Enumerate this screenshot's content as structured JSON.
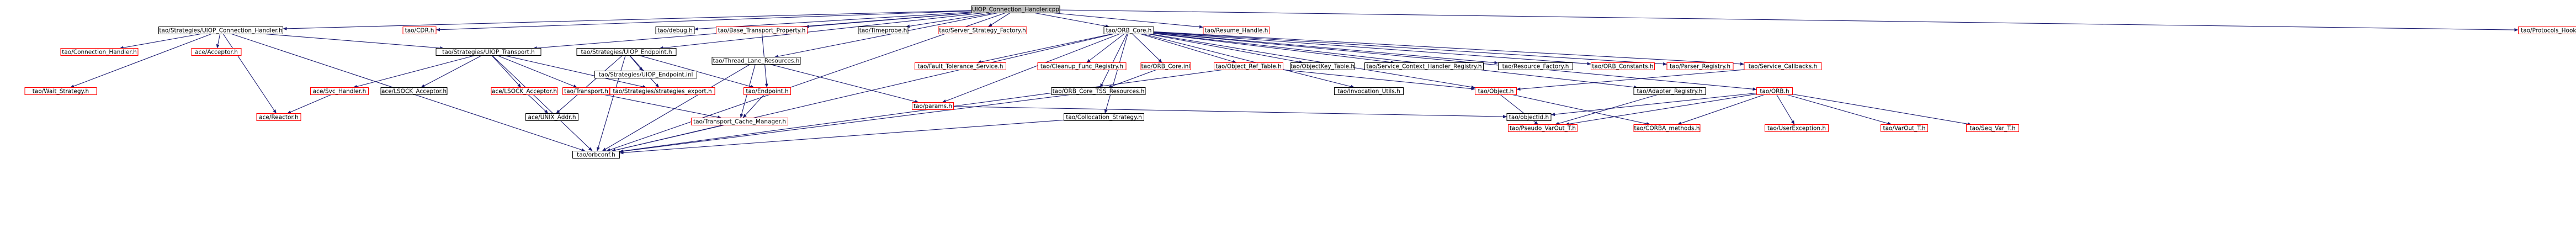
{
  "colors": {
    "edge": "#191970",
    "root_fill": "#bfbfbf",
    "root_stroke": "#000000",
    "node_stroke": "#000000",
    "missing_stroke": "#ff0000",
    "text": "#000000"
  },
  "nodes": [
    {
      "id": "root",
      "label": "UIOP_Connection_Handler.cpp",
      "kind": "root"
    },
    {
      "id": "conn_handler_h",
      "label": "tao/Strategies/UIOP_Connection_Handler.h",
      "kind": "file"
    },
    {
      "id": "cdr_h",
      "label": "tao/CDR.h",
      "kind": "missing"
    },
    {
      "id": "debug_h",
      "label": "tao/debug.h",
      "kind": "file"
    },
    {
      "id": "base_transport_h",
      "label": "tao/Base_Transport_Property.h",
      "kind": "missing"
    },
    {
      "id": "timeprobe_h",
      "label": "tao/Timeprobe.h",
      "kind": "file"
    },
    {
      "id": "server_strategy_h",
      "label": "tao/Server_Strategy_Factory.h",
      "kind": "missing"
    },
    {
      "id": "orb_core_h",
      "label": "tao/ORB_Core.h",
      "kind": "file"
    },
    {
      "id": "resume_handle_h",
      "label": "tao/Resume_Handle.h",
      "kind": "missing"
    },
    {
      "id": "protocols_hooks_h",
      "label": "tao/Protocols_Hooks.h",
      "kind": "missing"
    },
    {
      "id": "connection_handler_h",
      "label": "tao/Connection_Handler.h",
      "kind": "missing"
    },
    {
      "id": "acceptor_h",
      "label": "ace/Acceptor.h",
      "kind": "missing"
    },
    {
      "id": "uiop_transport_h",
      "label": "tao/Strategies/UIOP_Transport.h",
      "kind": "file"
    },
    {
      "id": "uiop_endpoint_h",
      "label": "tao/Strategies/UIOP_Endpoint.h",
      "kind": "file"
    },
    {
      "id": "thread_lane_h",
      "label": "tao/Thread_Lane_Resources.h",
      "kind": "file"
    },
    {
      "id": "fault_tolerance_h",
      "label": "tao/Fault_Tolerance_Service.h",
      "kind": "missing"
    },
    {
      "id": "cleanup_func_h",
      "label": "tao/Cleanup_Func_Registry.h",
      "kind": "missing"
    },
    {
      "id": "orb_core_inl",
      "label": "tao/ORB_Core.inl",
      "kind": "missing"
    },
    {
      "id": "object_ref_table_h",
      "label": "tao/Object_Ref_Table.h",
      "kind": "missing"
    },
    {
      "id": "objectkey_table_h",
      "label": "tao/ObjectKey_Table.h",
      "kind": "file"
    },
    {
      "id": "service_context_h",
      "label": "tao/Service_Context_Handler_Registry.h",
      "kind": "file"
    },
    {
      "id": "resource_factory_h",
      "label": "tao/Resource_Factory.h",
      "kind": "file"
    },
    {
      "id": "orb_constants_h",
      "label": "tao/ORB_Constants.h",
      "kind": "missing"
    },
    {
      "id": "parser_registry_h",
      "label": "tao/Parser_Registry.h",
      "kind": "missing"
    },
    {
      "id": "service_callbacks_h",
      "label": "tao/Service_Callbacks.h",
      "kind": "missing"
    },
    {
      "id": "wait_strategy_h",
      "label": "tao/Wait_Strategy.h",
      "kind": "missing"
    },
    {
      "id": "svc_handler_h",
      "label": "ace/Svc_Handler.h",
      "kind": "missing"
    },
    {
      "id": "lsock_acceptor_h",
      "label": "ace/LSOCK_Acceptor.h",
      "kind": "file"
    },
    {
      "id": "lsock_acceptor_h2",
      "label": "ace/LSOCK_Acceptor.h",
      "kind": "missing"
    },
    {
      "id": "transport_h",
      "label": "tao/Transport.h",
      "kind": "missing"
    },
    {
      "id": "strategies_export_h",
      "label": "tao/Strategies/strategies_export.h",
      "kind": "missing"
    },
    {
      "id": "uiop_endpoint_inl",
      "label": "tao/Strategies/UIOP_Endpoint.inl",
      "kind": "file"
    },
    {
      "id": "endpoint_h",
      "label": "tao/Endpoint.h",
      "kind": "missing"
    },
    {
      "id": "orb_core_tss_h",
      "label": "tao/ORB_Core_TSS_Resources.h",
      "kind": "file"
    },
    {
      "id": "invocation_utils_h",
      "label": "tao/Invocation_Utils.h",
      "kind": "file"
    },
    {
      "id": "object_h",
      "label": "tao/Object.h",
      "kind": "missing"
    },
    {
      "id": "adapter_registry_h",
      "label": "tao/Adapter_Registry.h",
      "kind": "file"
    },
    {
      "id": "orb_h",
      "label": "tao/ORB.h",
      "kind": "missing"
    },
    {
      "id": "reactor_h",
      "label": "ace/Reactor.h",
      "kind": "missing"
    },
    {
      "id": "unix_addr_h",
      "label": "ace/UNIX_Addr.h",
      "kind": "file"
    },
    {
      "id": "transport_cache_h",
      "label": "tao/Transport_Cache_Manager.h",
      "kind": "missing"
    },
    {
      "id": "params_h",
      "label": "tao/params.h",
      "kind": "missing"
    },
    {
      "id": "collocation_h",
      "label": "tao/Collocation_Strategy.h",
      "kind": "file"
    },
    {
      "id": "objectid_h",
      "label": "tao/objectid.h",
      "kind": "file"
    },
    {
      "id": "pseudo_varout_h",
      "label": "tao/Pseudo_VarOut_T.h",
      "kind": "missing"
    },
    {
      "id": "corba_methods_h",
      "label": "tao/CORBA_methods.h",
      "kind": "missing"
    },
    {
      "id": "userexception_h",
      "label": "tao/UserException.h",
      "kind": "missing"
    },
    {
      "id": "varout_h",
      "label": "tao/VarOut_T.h",
      "kind": "missing"
    },
    {
      "id": "seq_var_h",
      "label": "tao/Seq_Var_T.h",
      "kind": "missing"
    },
    {
      "id": "orbconf_h",
      "label": "tao/orbconf.h",
      "kind": "file"
    }
  ],
  "edges": [
    [
      "root",
      "conn_handler_h"
    ],
    [
      "root",
      "cdr_h"
    ],
    [
      "root",
      "debug_h"
    ],
    [
      "root",
      "base_transport_h"
    ],
    [
      "root",
      "timeprobe_h"
    ],
    [
      "root",
      "server_strategy_h"
    ],
    [
      "root",
      "orb_core_h"
    ],
    [
      "root",
      "resume_handle_h"
    ],
    [
      "root",
      "protocols_hooks_h"
    ],
    [
      "root",
      "uiop_endpoint_h"
    ],
    [
      "root",
      "uiop_transport_h"
    ],
    [
      "root",
      "thread_lane_h"
    ],
    [
      "root",
      "orbconf_h"
    ],
    [
      "conn_handler_h",
      "connection_handler_h"
    ],
    [
      "conn_handler_h",
      "acceptor_h"
    ],
    [
      "conn_handler_h",
      "uiop_transport_h"
    ],
    [
      "conn_handler_h",
      "wait_strategy_h"
    ],
    [
      "conn_handler_h",
      "reactor_h"
    ],
    [
      "conn_handler_h",
      "orbconf_h"
    ],
    [
      "uiop_transport_h",
      "svc_handler_h"
    ],
    [
      "uiop_transport_h",
      "lsock_acceptor_h"
    ],
    [
      "uiop_transport_h",
      "lsock_acceptor_h2"
    ],
    [
      "uiop_transport_h",
      "transport_h"
    ],
    [
      "uiop_transport_h",
      "strategies_export_h"
    ],
    [
      "uiop_transport_h",
      "orbconf_h"
    ],
    [
      "svc_handler_h",
      "reactor_h"
    ],
    [
      "lsock_acceptor_h2",
      "unix_addr_h"
    ],
    [
      "transport_h",
      "transport_cache_h"
    ],
    [
      "uiop_endpoint_h",
      "uiop_endpoint_inl"
    ],
    [
      "uiop_endpoint_h",
      "endpoint_h"
    ],
    [
      "uiop_endpoint_h",
      "strategies_export_h"
    ],
    [
      "uiop_endpoint_h",
      "unix_addr_h"
    ],
    [
      "uiop_endpoint_h",
      "orbconf_h"
    ],
    [
      "base_transport_h",
      "endpoint_h"
    ],
    [
      "endpoint_h",
      "transport_cache_h"
    ],
    [
      "thread_lane_h",
      "transport_cache_h"
    ],
    [
      "thread_lane_h",
      "params_h"
    ],
    [
      "thread_lane_h",
      "orbconf_h"
    ],
    [
      "orb_core_h",
      "fault_tolerance_h"
    ],
    [
      "orb_core_h",
      "cleanup_func_h"
    ],
    [
      "orb_core_h",
      "orb_core_inl"
    ],
    [
      "orb_core_h",
      "object_ref_table_h"
    ],
    [
      "orb_core_h",
      "objectkey_table_h"
    ],
    [
      "orb_core_h",
      "service_context_h"
    ],
    [
      "orb_core_h",
      "resource_factory_h"
    ],
    [
      "orb_core_h",
      "orb_constants_h"
    ],
    [
      "orb_core_h",
      "parser_registry_h"
    ],
    [
      "orb_core_h",
      "service_callbacks_h"
    ],
    [
      "orb_core_h",
      "orb_core_tss_h"
    ],
    [
      "orb_core_h",
      "invocation_utils_h"
    ],
    [
      "orb_core_h",
      "params_h"
    ],
    [
      "orb_core_h",
      "collocation_h"
    ],
    [
      "orb_core_h",
      "adapter_registry_h"
    ],
    [
      "orb_core_h",
      "orb_h"
    ],
    [
      "orb_core_h",
      "object_h"
    ],
    [
      "orb_core_h",
      "orbconf_h"
    ],
    [
      "orb_core_inl",
      "orb_core_tss_h"
    ],
    [
      "object_ref_table_h",
      "object_h"
    ],
    [
      "object_ref_table_h",
      "orbconf_h"
    ],
    [
      "service_callbacks_h",
      "object_h"
    ],
    [
      "orb_core_tss_h",
      "orbconf_h"
    ],
    [
      "collocation_h",
      "orbconf_h"
    ],
    [
      "object_h",
      "pseudo_varout_h"
    ],
    [
      "object_h",
      "corba_methods_h"
    ],
    [
      "adapter_registry_h",
      "pseudo_varout_h"
    ],
    [
      "orb_h",
      "objectid_h"
    ],
    [
      "orb_h",
      "pseudo_varout_h"
    ],
    [
      "orb_h",
      "corba_methods_h"
    ],
    [
      "orb_h",
      "userexception_h"
    ],
    [
      "orb_h",
      "varout_h"
    ],
    [
      "orb_h",
      "seq_var_h"
    ],
    [
      "params_h",
      "objectid_h"
    ],
    [
      "transport_cache_h",
      "orbconf_h"
    ]
  ]
}
